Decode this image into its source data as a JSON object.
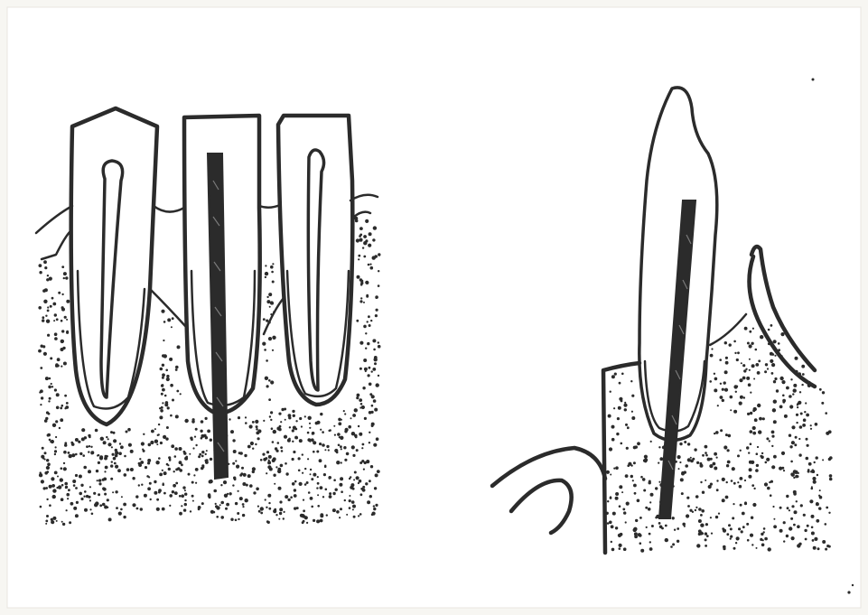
{
  "figure": {
    "panels": [
      {
        "id": "left",
        "content": "three-teeth-with-central-rod"
      },
      {
        "id": "right",
        "content": "single-tooth-with-rod-and-lip-flap"
      }
    ],
    "colors": {
      "background": "#f7f6f2",
      "ink": "#2b2b2b"
    }
  }
}
